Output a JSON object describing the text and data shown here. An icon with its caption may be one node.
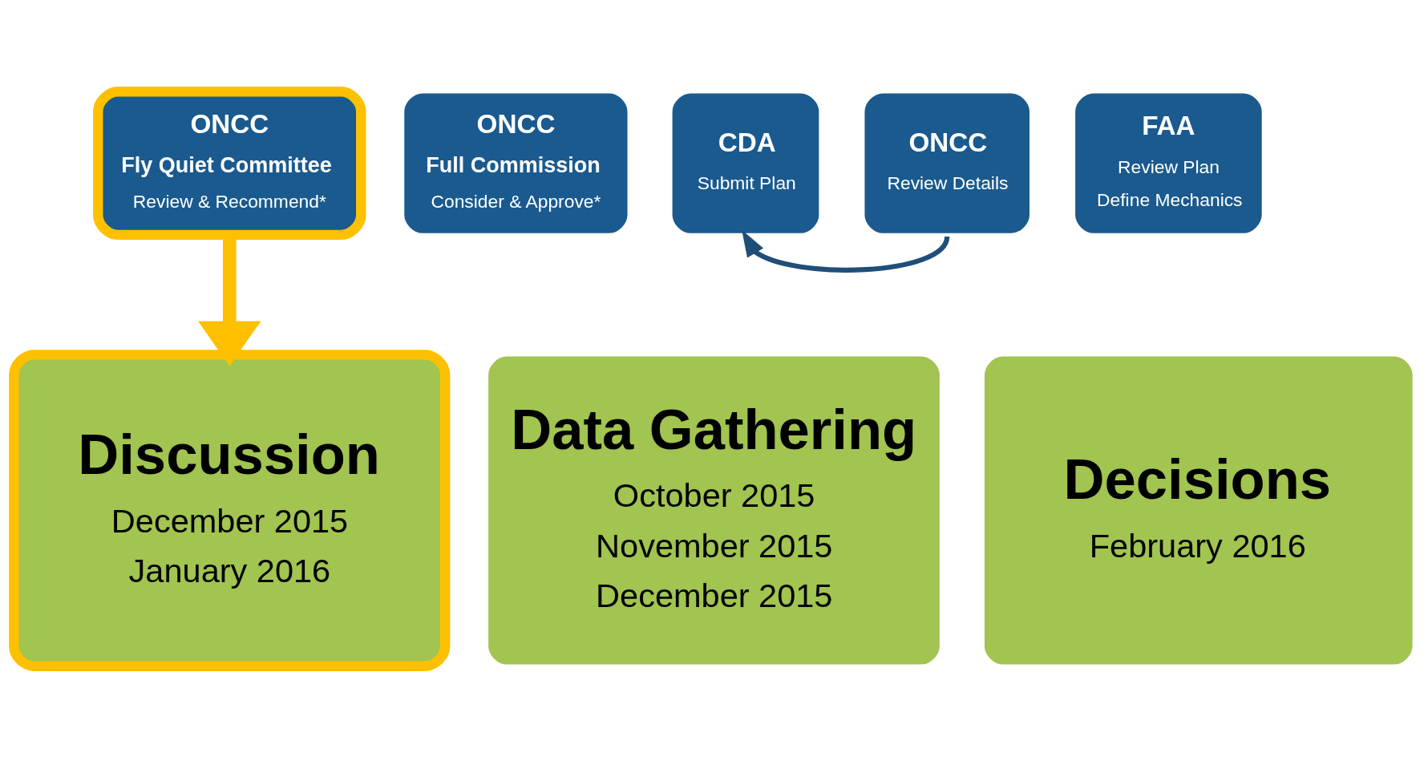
{
  "diagram": {
    "nodes": [
      {
        "text": [
          "Data Gathering",
          "October 2015",
          "November 2015",
          "December 2015"
        ]
      },
      {
        "text": [
          "Discussion",
          "December 2015",
          "January 2016"
        ]
      },
      {
        "text": [
          "Decisions",
          "February 2016"
        ]
      },
      {
        "text": [
          "ONCC",
          "Fly Quiet Committee",
          "Review & Recommend*"
        ]
      },
      {
        "text": [
          "ONCC",
          "Full Commission",
          "Consider & Approve*"
        ]
      },
      {
        "text": [
          "CDA",
          "Submit Plan"
        ]
      },
      {
        "text": [
          "FAA",
          "Review Plan",
          "Define Mechanics"
        ]
      },
      {
        "text": [
          "ONCC",
          "Review Details"
        ]
      }
    ],
    "edges": [
      {
        "from": 3,
        "to": 1,
        "arrow": "to",
        "style": "thick",
        "color": "#ffc000"
      },
      {
        "from": 7,
        "to": 5,
        "arrow": "to",
        "color": "#1f4e79"
      }
    ]
  }
}
